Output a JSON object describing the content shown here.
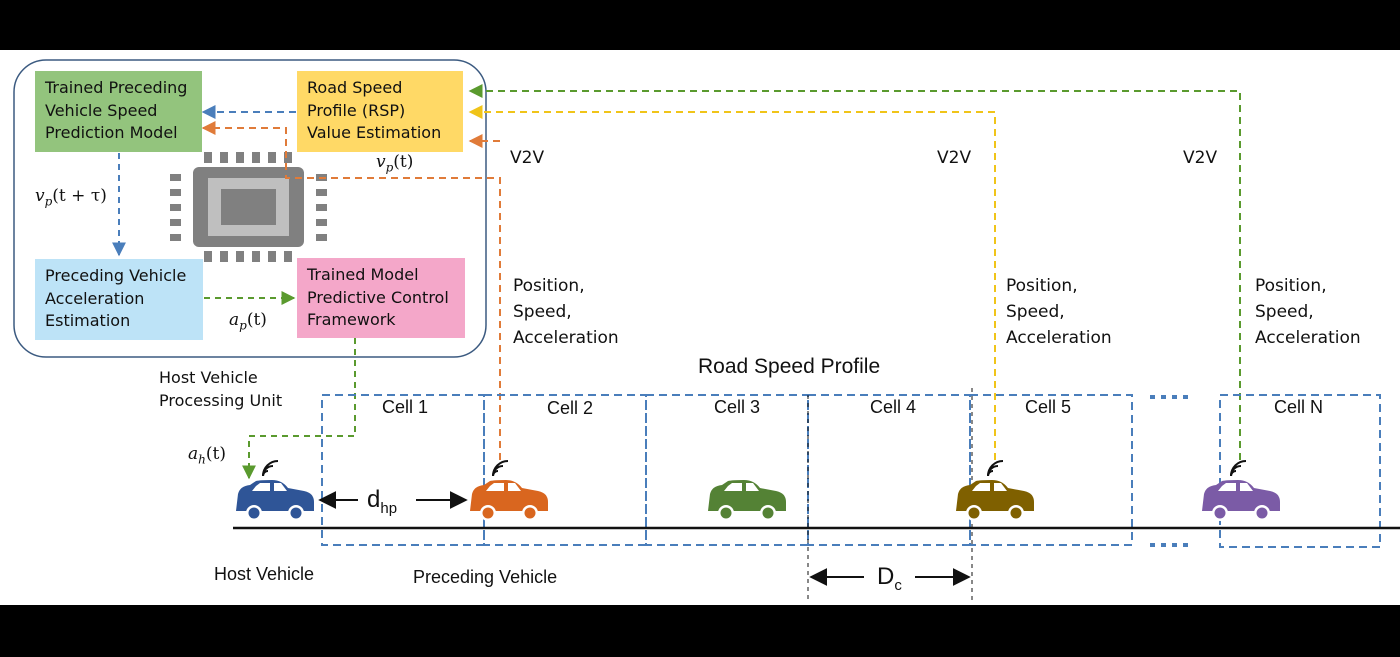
{
  "processing_unit": {
    "prediction_model": "Trained Preceding Vehicle Speed Prediction Model",
    "rsp_estimation": "Road Speed Profile (RSP) Value Estimation",
    "acceleration_estimation": "Preceding Vehicle Acceleration Estimation",
    "mpc_framework": "Trained Model Predictive Control Framework",
    "label": "Host Vehicle Processing Unit"
  },
  "math": {
    "vp_t": "v",
    "vp_t_sub": "p",
    "vp_t_arg": "(t)",
    "vp_tau": "v",
    "vp_tau_sub": "p",
    "vp_tau_arg": "(t + τ)",
    "ap_t": "a",
    "ap_t_sub": "p",
    "ap_t_arg": "(t)",
    "ah_t": "a",
    "ah_t_sub": "h",
    "ah_t_arg": "(t)"
  },
  "v2v_labels": [
    "V2V",
    "V2V",
    "V2V"
  ],
  "psa_text": {
    "line1": "Position,",
    "line2": "Speed,",
    "line3": "Acceleration"
  },
  "road": {
    "title": "Road Speed Profile",
    "cells": [
      "Cell 1",
      "Cell 2",
      "Cell 3",
      "Cell 4",
      "Cell 5",
      "Cell N"
    ],
    "ellipsis": "····"
  },
  "vehicles": {
    "host_label": "Host Vehicle",
    "preceding_label": "Preceding Vehicle"
  },
  "distances": {
    "dhp": "d",
    "dhp_sub": "hp",
    "dc": "D",
    "dc_sub": "c"
  },
  "colors": {
    "green_box": "#93c47d",
    "yellow_box": "#ffd966",
    "blue_box": "#bde3f7",
    "pink_box": "#f4a7c9",
    "host_car": "#2f5597",
    "preceding_car": "#d9661f",
    "car3": "#548235",
    "car4": "#7f6000",
    "carN": "#7b5ba6",
    "cell_border": "#4a7ebb",
    "green_dash": "#5a9a2e",
    "yellow_dash": "#f0c419",
    "orange_dash": "#e07b39",
    "blue_dash": "#4a7ebb"
  }
}
